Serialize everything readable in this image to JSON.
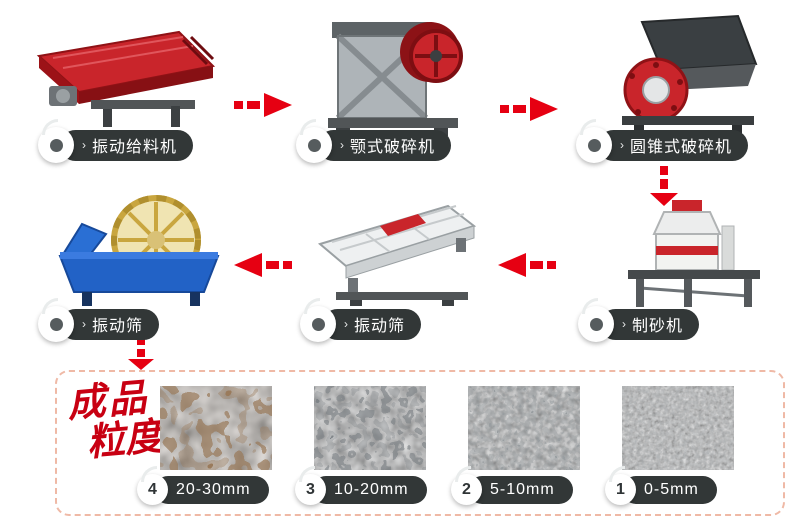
{
  "colors": {
    "arrow_red": "#e60012",
    "pill_dark": "#323737",
    "title_red": "#c80012",
    "panel_border": "#efb9a6"
  },
  "flow": {
    "row1": [
      {
        "icon": "vibrating-feeder-illustration",
        "label": "振动给料机"
      },
      {
        "icon": "jaw-crusher-illustration",
        "label": "颚式破碎机"
      },
      {
        "icon": "cone-crusher-illustration",
        "label": "圆锥式破碎机"
      }
    ],
    "row2": [
      {
        "icon": "sand-washer-illustration",
        "label": "振动筛"
      },
      {
        "icon": "vibrating-screen-illustration",
        "label": "振动筛"
      },
      {
        "icon": "sand-making-machine-illustration",
        "label": "制砂机"
      }
    ]
  },
  "products": {
    "title_line1": "成品",
    "title_line2": "粒度",
    "items": [
      {
        "num": "4",
        "size": "20-30mm"
      },
      {
        "num": "3",
        "size": "10-20mm"
      },
      {
        "num": "2",
        "size": "5-10mm"
      },
      {
        "num": "1",
        "size": "0-5mm"
      }
    ]
  }
}
